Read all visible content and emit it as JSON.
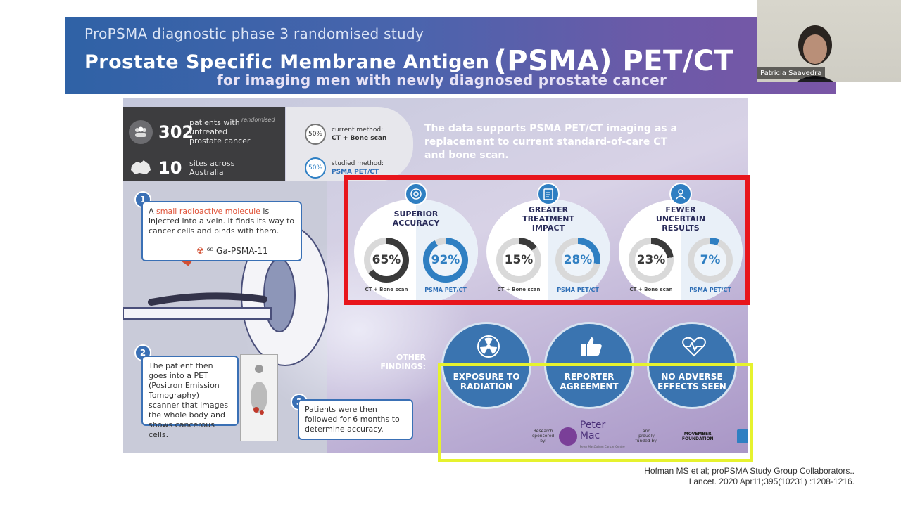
{
  "banner": {
    "kicker": "ProPSMA diagnostic phase 3 randomised study",
    "title": "Prostate Specific Membrane Antigen",
    "title_big": "(PSMA) PET/CT",
    "subtitle": "for imaging men with newly diagnosed prostate cancer"
  },
  "stats": {
    "patients_num": "302",
    "patients_text": "patients with untreated prostate cancer",
    "randomised_tag": "randomised",
    "sites_num": "10",
    "sites_text": "sites across Australia"
  },
  "methods": {
    "current_pct": "50%",
    "current_label": "current method:",
    "current_name": "CT + Bone scan",
    "studied_pct": "50%",
    "studied_label": "studied method:",
    "studied_name": "PSMA PET/CT"
  },
  "data_statement": "The data supports PSMA PET/CT imaging as a replacement to current standard-of-care CT and bone scan.",
  "steps": {
    "step1_num": "1",
    "step1_pre": "A ",
    "step1_highlight": "small radioactive molecule",
    "step1_rest": " is injected into a vein. It finds its way to cancer cells and binds with them.",
    "step1_molecule": "⁶⁸ Ga-PSMA-11",
    "step2_num": "2",
    "step2_text": "The patient then goes into a PET (Positron Emission Tomography) scanner that images the whole body and shows cancerous cells.",
    "step3_num": "3",
    "step3_text": "Patients were then followed for 6 months to determine accuracy."
  },
  "results": [
    {
      "title": "SUPERIOR ACCURACY",
      "left_value": "65%",
      "left_pct": 65,
      "right_value": "92%",
      "right_pct": 92,
      "left_caption": "CT + Bone scan",
      "right_caption": "PSMA PET/CT",
      "icon": "target-icon"
    },
    {
      "title": "GREATER TREATMENT IMPACT",
      "left_value": "15%",
      "left_pct": 15,
      "right_value": "28%",
      "right_pct": 28,
      "left_caption": "CT + Bone scan",
      "right_caption": "PSMA PET/CT",
      "icon": "clipboard-icon"
    },
    {
      "title": "FEWER UNCERTAIN RESULTS",
      "left_value": "23%",
      "left_pct": 23,
      "right_value": "7%",
      "right_pct": 7,
      "left_caption": "CT + Bone scan",
      "right_caption": "PSMA PET/CT",
      "icon": "people-icon"
    }
  ],
  "other_findings_label": "OTHER FINDINGS:",
  "findings": [
    {
      "label": "EXPOSURE TO RADIATION",
      "icon": "radiation-icon"
    },
    {
      "label": "REPORTER AGREEMENT",
      "icon": "thumbs-up-icon"
    },
    {
      "label": "NO ADVERSE EFFECTS SEEN",
      "icon": "heart-pulse-icon"
    }
  ],
  "sponsors": {
    "research_label": "Research sponsored by:",
    "peter_mac": "Peter Mac",
    "peter_mac_sub": "Peter MacCallum Cancer Centre",
    "funded_label": "and proudly funded by:",
    "movember": "MOVEMBER FOUNDATION"
  },
  "video": {
    "participant_name": "Patricia Saavedra"
  },
  "citation": {
    "line1": "Hofman MS et al; proPSMA Study Group Collaborators..",
    "line2": "Lancet. 2020 Apr11;395(10231) :1208-1216."
  },
  "colors": {
    "highlight_red": "#e8151c",
    "highlight_yellow": "#e6f22e",
    "accent_blue": "#2f7fc2",
    "ct_ring": "#3a3a3a"
  }
}
